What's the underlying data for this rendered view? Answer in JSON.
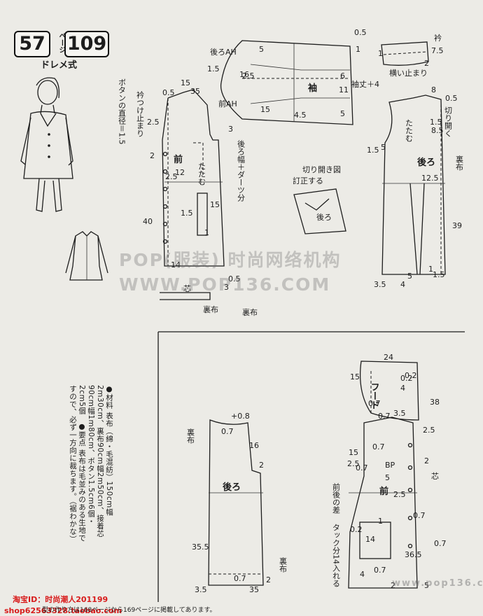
{
  "header": {
    "page_small": "57",
    "page_small_label": "ページ",
    "page_main": "109",
    "subtitle": "ドレメ式"
  },
  "materials": {
    "text": "●材料 表布（綿・毛混紡）150cm幅2m30cm、裏布90cm幅2m50cm、接着芯90cm幅1m80cm、ボタン1.5cm6個・2cm5個　●要点 表布は毛並みのある生地ですので、必ず一方向に裁ちます。（裾わかな）"
  },
  "diagram1": {
    "button_note": "ボタンの直径＝1.5",
    "collar_note": "衿つけ止まり",
    "front_label": "前",
    "fold_label": "たたむ",
    "back_width_note": "後ろ幅＋ダーツ分",
    "back_ah": "後ろAH",
    "front_ah": "前AH",
    "sleeve_label": "袖",
    "sleeve_note": "袖丈＋4",
    "collar_label": "衿",
    "collar_end_note": "横い止まり",
    "cut_label": "切り開き図",
    "correct_label": "訂正する",
    "back_label": "後ろ",
    "open_note": "切り開く",
    "lining_label": "裏布",
    "facing_label": "芯",
    "nums": [
      "0.5",
      "15",
      "35",
      "2.5",
      "2",
      "3",
      "12",
      "2.5",
      "40",
      "14",
      "1.5",
      "15",
      "1",
      "0.5",
      "3",
      "5",
      "1.5",
      "2.5",
      "16",
      "15",
      "4.5",
      "5",
      "11",
      "1",
      "6",
      "0.5",
      "7.5",
      "2",
      "1",
      "5",
      "1.5",
      "0.5",
      "8",
      "1.5",
      "12.5",
      "39",
      "3.5",
      "4",
      "5",
      "1.5",
      "1",
      "8.5"
    ]
  },
  "diagram2": {
    "hood_label": "フード",
    "back_label": "後ろ",
    "front_label": "前",
    "lining_label": "裏布",
    "bp_label": "BP",
    "diff_note": "前後の差",
    "tuck_note": "タック分14入れる",
    "facing_label": "芯",
    "nums": [
      "24",
      "15",
      "0.2",
      "0.7",
      "38",
      "3.5",
      "0.7",
      "+0.8",
      "0.7",
      "16",
      "2",
      "35.5",
      "0.7",
      "3.5",
      "35",
      "0.7",
      "2.5",
      "2",
      "5",
      "2.5",
      "1",
      "14",
      "0.7",
      "36.5",
      "2",
      "0.7",
      "2.5",
      "4",
      "0.7",
      "5",
      "15",
      "4",
      "0.2",
      "0.2",
      "0.7",
      "2"
    ]
  },
  "watermarks": {
    "line1": "POP(服装) 时尚网络机构",
    "line2": "WWW.POP136.COM",
    "line3": "www.pop136.com"
  },
  "shop": {
    "line1": "淘宝ID：时尚潮人201199",
    "line2": "shop62563328.taobao.com"
  },
  "footer": {
    "text": "型の作り方は168ページから169ページに掲載してあります。"
  }
}
